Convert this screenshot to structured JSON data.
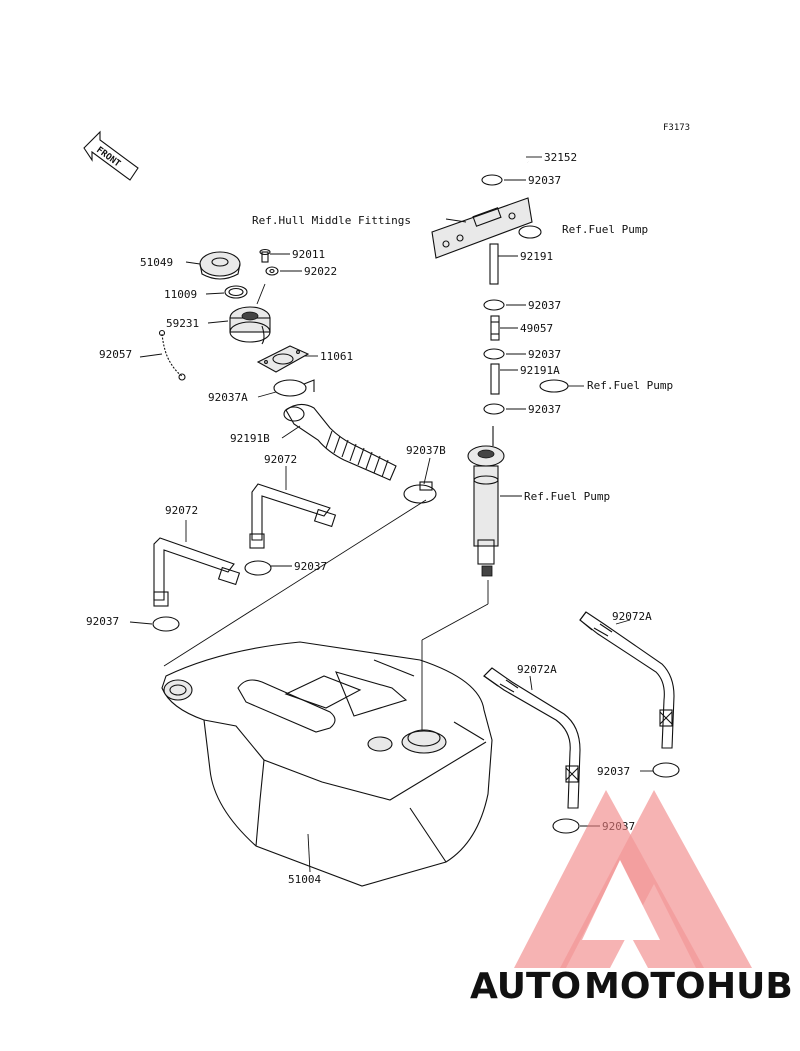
{
  "diagram": {
    "figure_code": "F3173",
    "front_arrow_label": "FRONT",
    "parts": {
      "p32152": "32152",
      "p92037_top": "92037",
      "ref_hull": "Ref.Hull Middle Fittings",
      "ref_pump_1": "Ref.Fuel Pump",
      "p92191": "92191",
      "p92037_b": "92037",
      "p49057": "49057",
      "p92037_c": "92037",
      "p92191A": "92191A",
      "ref_pump_2": "Ref.Fuel Pump",
      "p92037_d": "92037",
      "ref_pump_3": "Ref.Fuel Pump",
      "p51049": "51049",
      "p92011": "92011",
      "p92022": "92022",
      "p11009": "11009",
      "p59231": "59231",
      "p92057": "92057",
      "p11061": "11061",
      "p92037A": "92037A",
      "p92191B": "92191B",
      "p92037B": "92037B",
      "p92072_a": "92072",
      "p92072_b": "92072",
      "p92037_e": "92037",
      "p92037_f": "92037",
      "p92072A_a": "92072A",
      "p92072A_b": "92072A",
      "p92037_g": "92037",
      "p92037_h": "92037",
      "p51004": "51004"
    }
  },
  "watermark": {
    "part1": "AUTO",
    "part2": "MOTO",
    "part3": "HUB",
    "colors": {
      "auto": "#f2b26b",
      "moto": "#ef7b7b",
      "hub": "#8a8a8a",
      "triangle": "#f08080"
    }
  }
}
